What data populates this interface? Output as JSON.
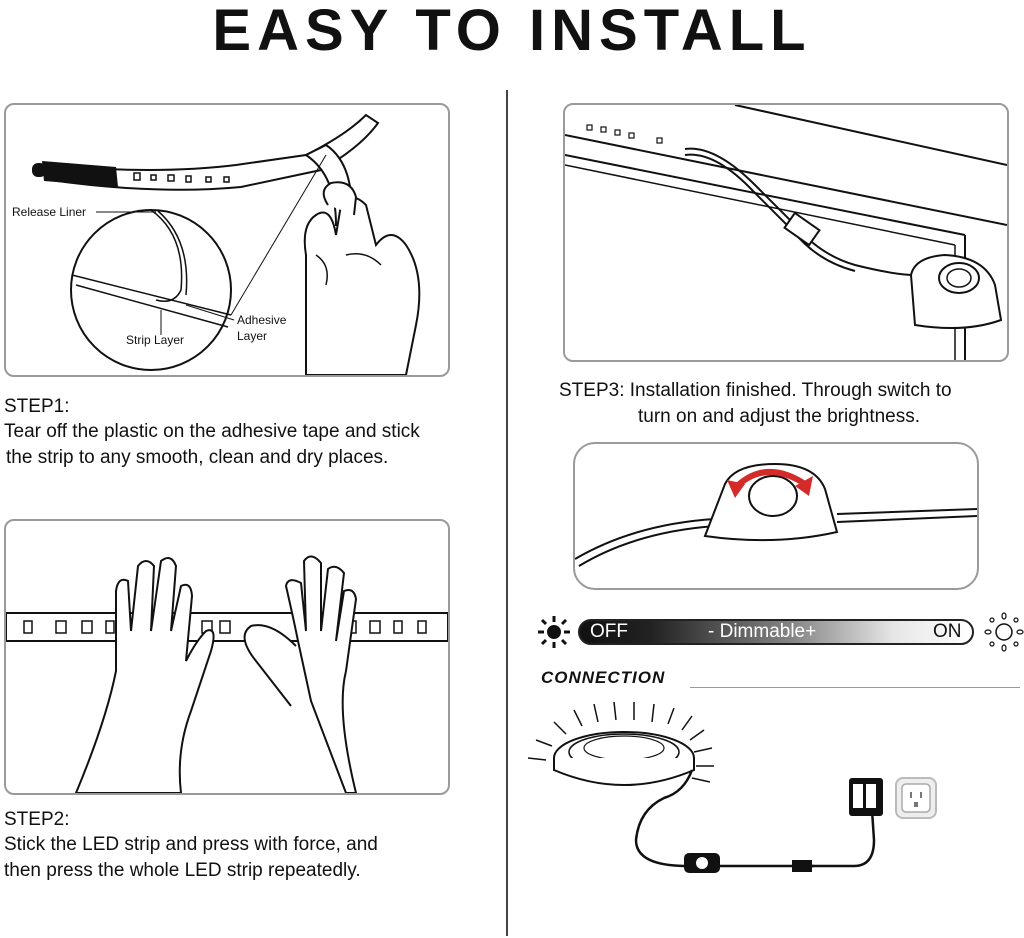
{
  "title": "EASY TO INSTALL",
  "step1": {
    "heading": "STEP1:",
    "line1": "Tear off the plastic on the adhesive tape and stick",
    "line2": "the strip to any smooth, clean and dry places.",
    "label_release_liner": "Release Liner",
    "label_strip_layer": "Strip Layer",
    "label_adhesive_1": "Adhesive",
    "label_adhesive_2": "Layer"
  },
  "step2": {
    "heading": "STEP2:",
    "line1": "Stick the LED strip and press with force, and",
    "line2": "then press the whole LED strip repeatedly."
  },
  "step3": {
    "heading": "STEP3:",
    "line1": "Installation finished. Through switch to",
    "line2": "turn on and adjust the brightness."
  },
  "dimmer": {
    "off": "OFF",
    "middle": "- Dimmable+",
    "on": "ON"
  },
  "connection": "CONNECTION",
  "colors": {
    "arrow": "#d42a2a",
    "line": "#1a1a1a",
    "panel_border": "#9a9a9a"
  }
}
